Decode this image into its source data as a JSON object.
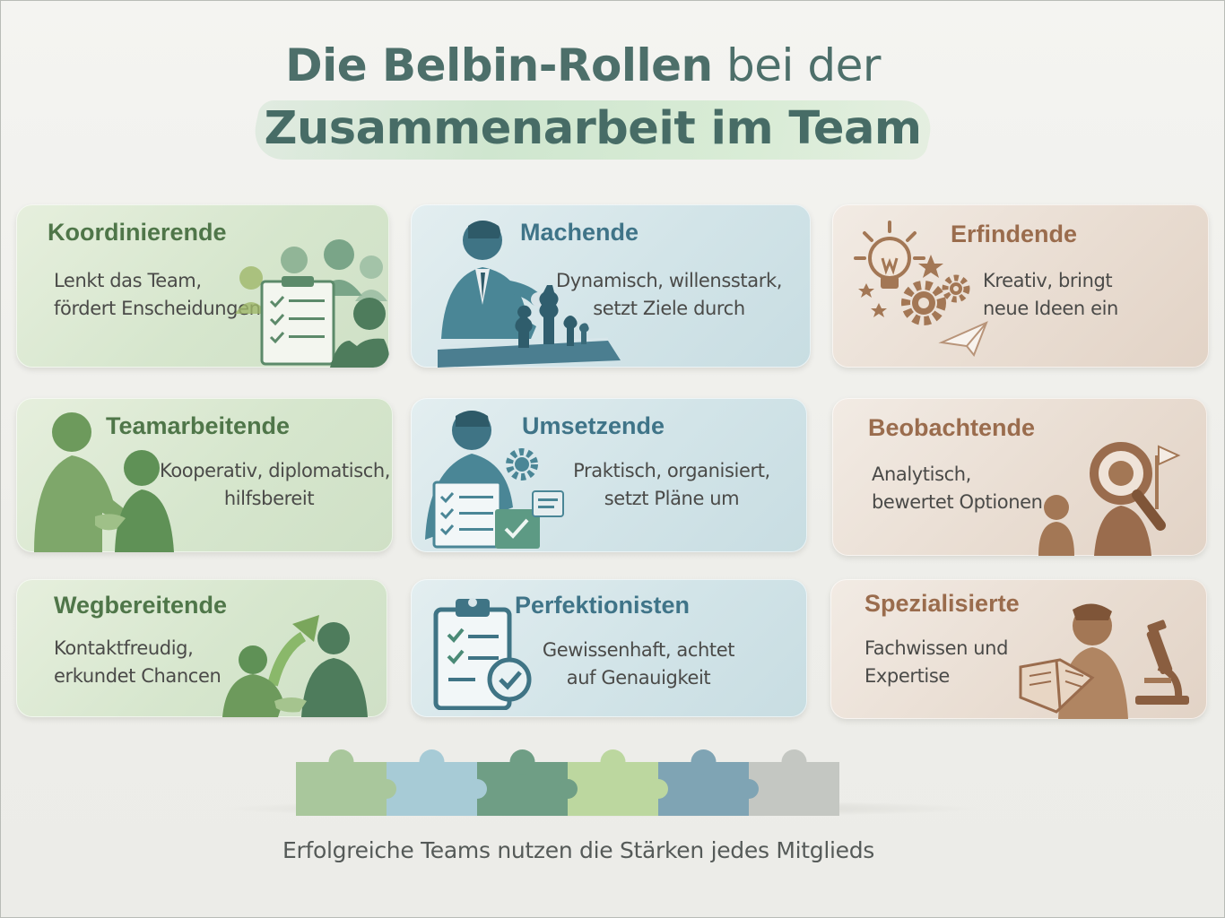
{
  "header": {
    "title_strong": "Die Belbin-Rollen",
    "title_weak": "bei der",
    "subtitle": "Zusammenarbeit im Team"
  },
  "roles": [
    {
      "title": "Koordinierende",
      "lines": [
        "Lenkt das Team,",
        "fördert Enscheidungen"
      ],
      "icon": "team-checklist-icon",
      "theme": "green"
    },
    {
      "title": "Machende",
      "lines": [
        "Dynamisch, willensstark,",
        "setzt Ziele durch"
      ],
      "icon": "chess-player-icon",
      "theme": "blue"
    },
    {
      "title": "Erfindende",
      "lines": [
        "Kreativ, bringt",
        "neue Ideen ein"
      ],
      "icon": "lightbulb-gears-icon",
      "theme": "tan"
    },
    {
      "title": "Teamarbeitende",
      "lines": [
        "Kooperativ, diplomatisch,",
        "hilfsbereit"
      ],
      "icon": "handshake-icon",
      "theme": "green"
    },
    {
      "title": "Umsetzende",
      "lines": [
        "Praktisch, organisiert,",
        "setzt Pläne um"
      ],
      "icon": "planner-checklist-icon",
      "theme": "blue"
    },
    {
      "title": "Beobachtende",
      "lines": [
        "Analytisch,",
        "bewertet Optionen"
      ],
      "icon": "magnifier-person-icon",
      "theme": "tan"
    },
    {
      "title": "Wegbereitende",
      "lines": [
        "Kontaktfreudig,",
        "erkundet Chancen"
      ],
      "icon": "growth-arrow-handshake-icon",
      "theme": "green"
    },
    {
      "title": "Perfektionisten",
      "lines": [
        "Gewissenhaft, achtet",
        "auf Genauigkeit"
      ],
      "icon": "clipboard-check-icon",
      "theme": "blue"
    },
    {
      "title": "Spezialisierte",
      "lines": [
        "Fachwissen und",
        "Expertise"
      ],
      "icon": "reader-microscope-icon",
      "theme": "tan"
    }
  ],
  "colors": {
    "green_title": "#4f7649",
    "blue_title": "#3f7488",
    "tan_title": "#9a6c4d",
    "puzzle": [
      "#a9c79c",
      "#a7cbd6",
      "#6f9e85",
      "#bcd79f",
      "#7fa4b4",
      "#c4c7c2"
    ]
  },
  "footer": {
    "text": "Erfolgreiche Teams nutzen die Stärken jedes Mitglieds"
  }
}
